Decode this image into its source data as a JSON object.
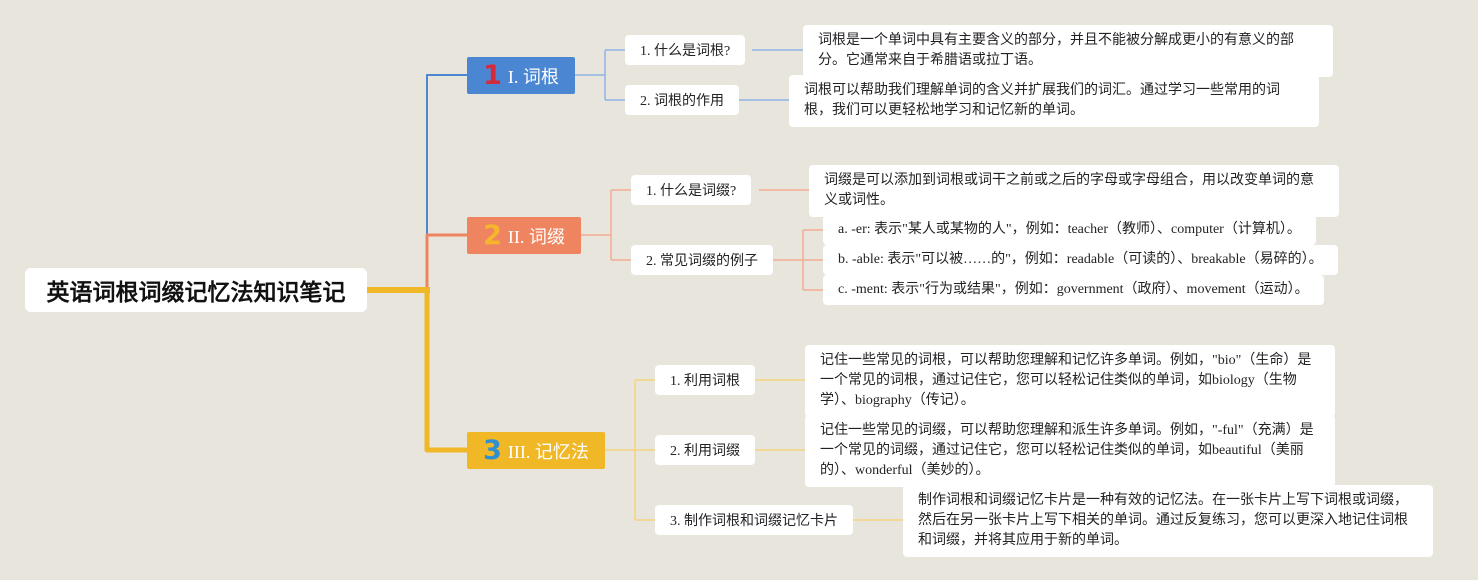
{
  "root": {
    "title": "英语词根词缀记忆法知识笔记"
  },
  "colors": {
    "background": "#e8e5dd",
    "branch1": "#4b86d2",
    "branch2": "#ef8560",
    "branch3": "#f0b727",
    "num1": "#d42a3c",
    "num2": "#f5b52c",
    "num3": "#2f8fd0"
  },
  "branches": [
    {
      "num": "1",
      "label": "I. 词根",
      "children": [
        {
          "label": "1. 什么是词根?",
          "details": [
            "词根是一个单词中具有主要含义的部分，并且不能被分解成更小的有意义的部分。它通常来自于希腊语或拉丁语。"
          ]
        },
        {
          "label": "2. 词根的作用",
          "details": [
            "词根可以帮助我们理解单词的含义并扩展我们的词汇。通过学习一些常用的词根，我们可以更轻松地学习和记忆新的单词。"
          ]
        }
      ]
    },
    {
      "num": "2",
      "label": "II. 词缀",
      "children": [
        {
          "label": "1. 什么是词缀?",
          "details": [
            "词缀是可以添加到词根或词干之前或之后的字母或字母组合，用以改变单词的意义或词性。"
          ]
        },
        {
          "label": "2. 常见词缀的例子",
          "details": [
            "a. -er: 表示\"某人或某物的人\"，例如：teacher（教师）、computer（计算机）。",
            "b. -able: 表示\"可以被……的\"，例如：readable（可读的）、breakable（易碎的）。",
            "c. -ment: 表示\"行为或结果\"，例如：government（政府）、movement（运动）。"
          ]
        }
      ]
    },
    {
      "num": "3",
      "label": "III. 记忆法",
      "children": [
        {
          "label": "1. 利用词根",
          "details": [
            "记住一些常见的词根，可以帮助您理解和记忆许多单词。例如，\"bio\"（生命）是一个常见的词根，通过记住它，您可以轻松记住类似的单词，如biology（生物学）、biography（传记）。"
          ]
        },
        {
          "label": "2. 利用词缀",
          "details": [
            "记住一些常见的词缀，可以帮助您理解和派生许多单词。例如，\"-ful\"（充满）是一个常见的词缀，通过记住它，您可以轻松记住类似的单词，如beautiful（美丽的）、wonderful（美妙的）。"
          ]
        },
        {
          "label": "3. 制作词根和词缀记忆卡片",
          "details": [
            "制作词根和词缀记忆卡片是一种有效的记忆法。在一张卡片上写下词根或词缀，然后在另一张卡片上写下相关的单词。通过反复练习，您可以更深入地记住词根和词缀，并将其应用于新的单词。"
          ]
        }
      ]
    }
  ]
}
